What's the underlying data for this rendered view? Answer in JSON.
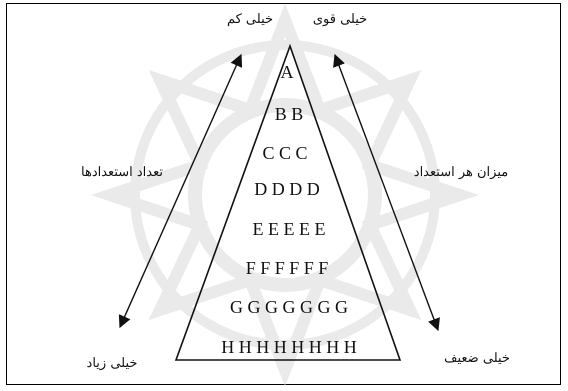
{
  "labels": {
    "very_weak_top": "خیلی کم",
    "very_strong": "خیلی قوی",
    "count_of_talents": "تعداد استعدادها",
    "level_of_each_talent": "میزان هر استعداد",
    "very_many": "خیلی زیاد",
    "very_weak": "خیلی ضعیف"
  },
  "pyramid_rows": [
    "A",
    "B B",
    "C C C",
    "D D D D",
    "E E E E E",
    "F F F F F F",
    "G G G G G G G",
    "H H H H H H H H"
  ],
  "watermark_color": "#d9d9d9"
}
